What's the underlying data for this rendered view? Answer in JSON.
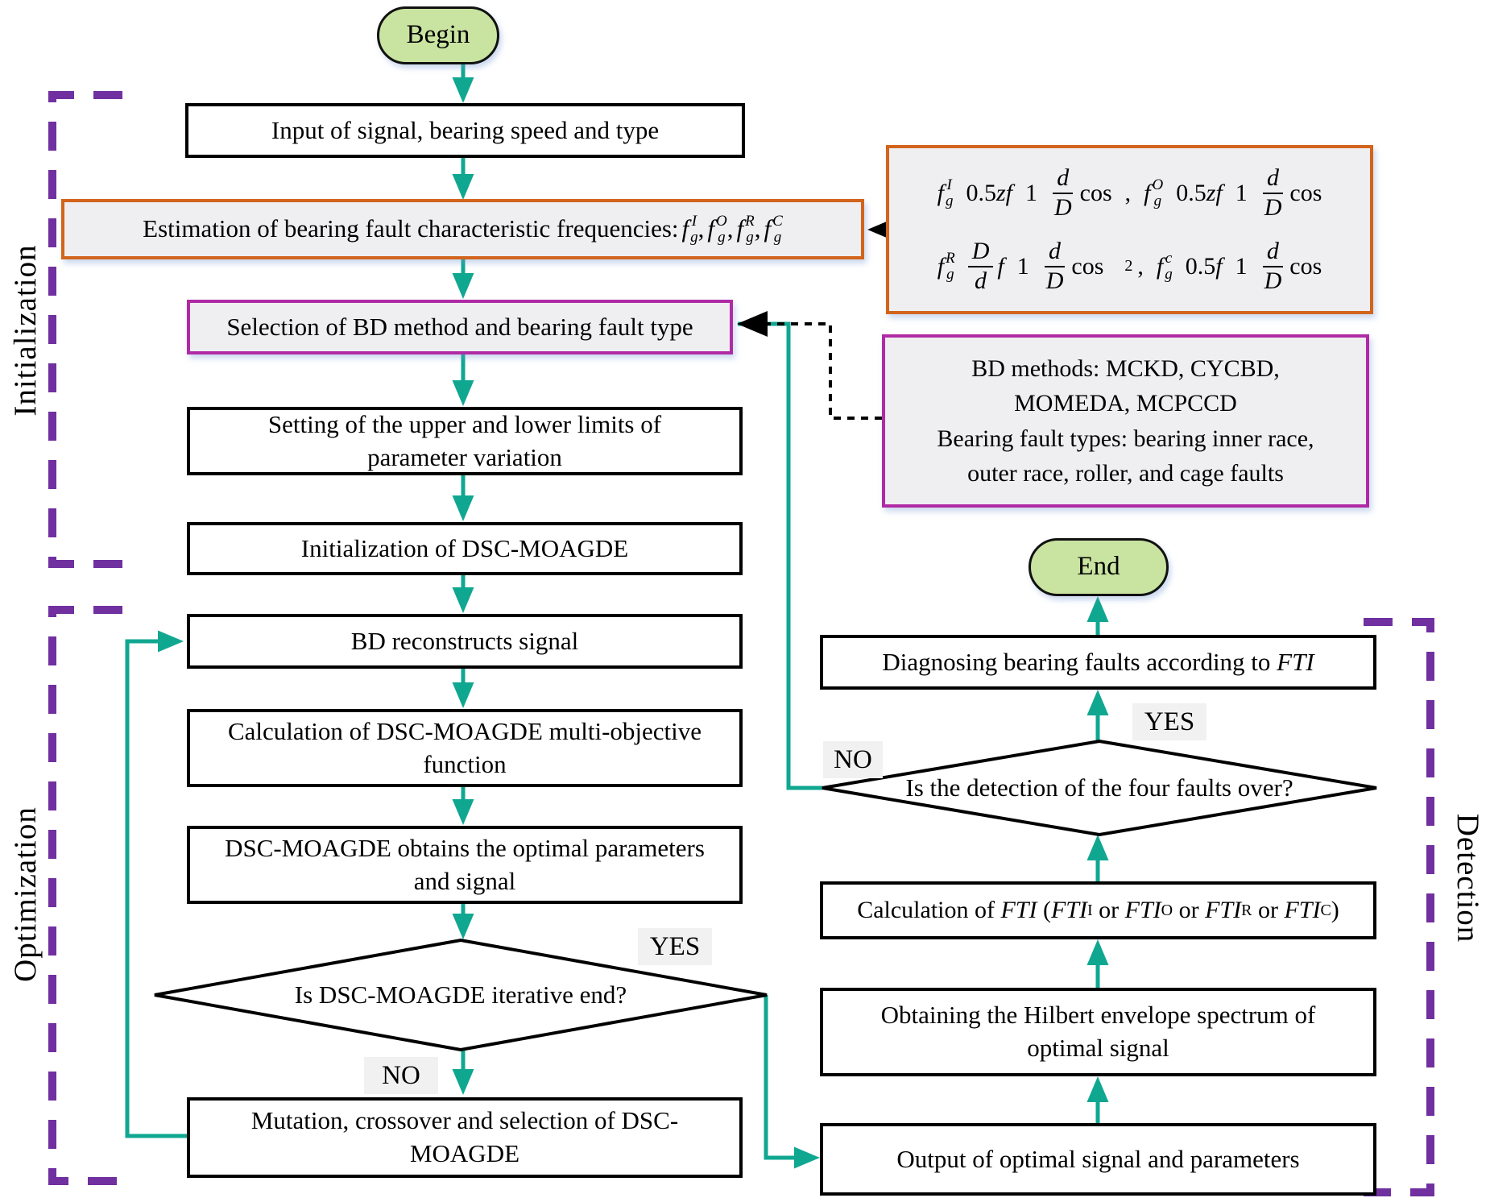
{
  "title": "Bearing fault diagnosis flowchart",
  "colors": {
    "arrow_teal": "#10a791",
    "terminal_green": "#c9e3a1",
    "orange_border": "#d2641c",
    "magenta_border": "#b02aa5",
    "purple_bracket": "#7030a0",
    "box_fill_gray": "#efeef0",
    "label_bg": "#f1f1f1"
  },
  "sections": {
    "initialization": "Initialization",
    "optimization": "Optimization",
    "detection": "Detection"
  },
  "labels": {
    "yes": "YES",
    "no": "NO"
  },
  "nodes": {
    "begin": {
      "label": "Begin"
    },
    "end": {
      "label": "End"
    },
    "input": {
      "label": "Input of signal, bearing speed and type"
    },
    "estimation": {
      "text": "Estimation of bearing fault characteristic frequencies:",
      "f": "f",
      "g": "g",
      "s1": "I",
      "s2": "O",
      "s3": "R",
      "s4": "C",
      "comma": ","
    },
    "selection": {
      "label": "Selection of BD method and bearing fault type"
    },
    "setting": {
      "label": "Setting of the upper and lower limits of parameter variation"
    },
    "init_dsc": {
      "label": "Initialization of DSC-MOAGDE"
    },
    "bd_reconstructs": {
      "label": "BD  reconstructs signal"
    },
    "calc_multi": {
      "label": "Calculation of DSC-MOAGDE multi-objective function"
    },
    "dsc_obtains": {
      "label": "DSC-MOAGDE obtains the optimal parameters and  signal"
    },
    "iterative_diamond": {
      "label": "Is DSC-MOAGDE iterative end?"
    },
    "mutation": {
      "label": "Mutation, crossover and selection of DSC-MOAGDE"
    },
    "output": {
      "label": "Output of optimal signal and parameters"
    },
    "hilbert": {
      "label": "Obtaining the Hilbert envelope spectrum of optimal signal"
    },
    "calc_fti": {
      "prefix": "Calculation of",
      "fti": "FTI",
      "open": "(",
      "s1": "I",
      "s2": "O",
      "s3": "R",
      "s4": "C",
      "or": "or",
      "close": ")"
    },
    "detection_diamond": {
      "label": "Is the detection of the four faults over?"
    },
    "diagnosing": {
      "prefix": "Diagnosing bearing faults according to",
      "fti": "FTI"
    },
    "bd_methods": {
      "line1": "BD methods: MCKD, CYCBD,",
      "line2": "MOMEDA, MCPCCD",
      "line3": "Bearing  fault types: bearing  inner race,",
      "line4": "outer race, roller, and cage faults"
    },
    "formula": {
      "line1": {
        "f1": "f",
        "f1sub": "g",
        "f1sup": "I",
        "c1": "0.5",
        "v1": "zf",
        "one1": "1",
        "fr1n": "d",
        "fr1d": "D",
        "cos1": "cos",
        "comma": ",",
        "f2": "f",
        "f2sub": "g",
        "f2sup": "O",
        "c2": "0.5",
        "v2": "zf",
        "one2": "1",
        "fr2n": "d",
        "fr2d": "D",
        "cos2": "cos"
      },
      "line2": {
        "f1": "f",
        "f1sub": "g",
        "f1sup": "R",
        "fr0n": "D",
        "fr0d": "d",
        "v1": "f",
        "one1": "1",
        "fr1n": "d",
        "fr1d": "D",
        "cos1": "cos",
        "pow": "2",
        "comma": ",",
        "f2": "f",
        "f2sub": "g",
        "f2sup": "c",
        "c2": "0.5",
        "v2": "f",
        "one2": "1",
        "fr2n": "d",
        "fr2d": "D",
        "cos2": "cos"
      }
    }
  }
}
